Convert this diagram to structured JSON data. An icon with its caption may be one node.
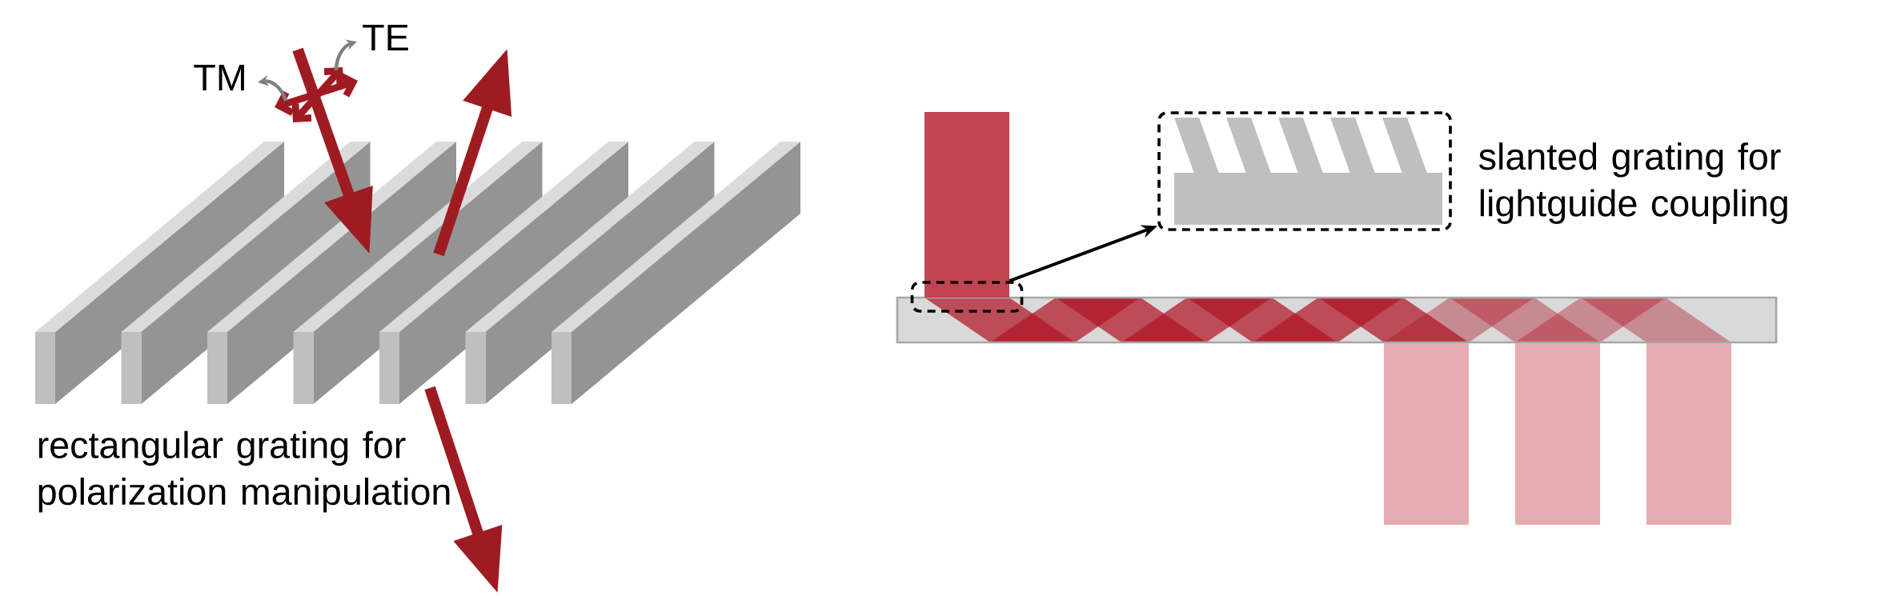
{
  "diagram": {
    "nodes": [
      {
        "text": [],
        "shape": "box"
      },
      {
        "text": [],
        "shape": "box",
        "beside": [
          "slanted grating for lightguide coupling"
        ]
      }
    ],
    "edges": [
      {
        "from": 0,
        "to": 1,
        "arrow": "to"
      }
    ],
    "labels": [
      "TM",
      "TE",
      "rectangular grating for polarization manipulation"
    ]
  }
}
